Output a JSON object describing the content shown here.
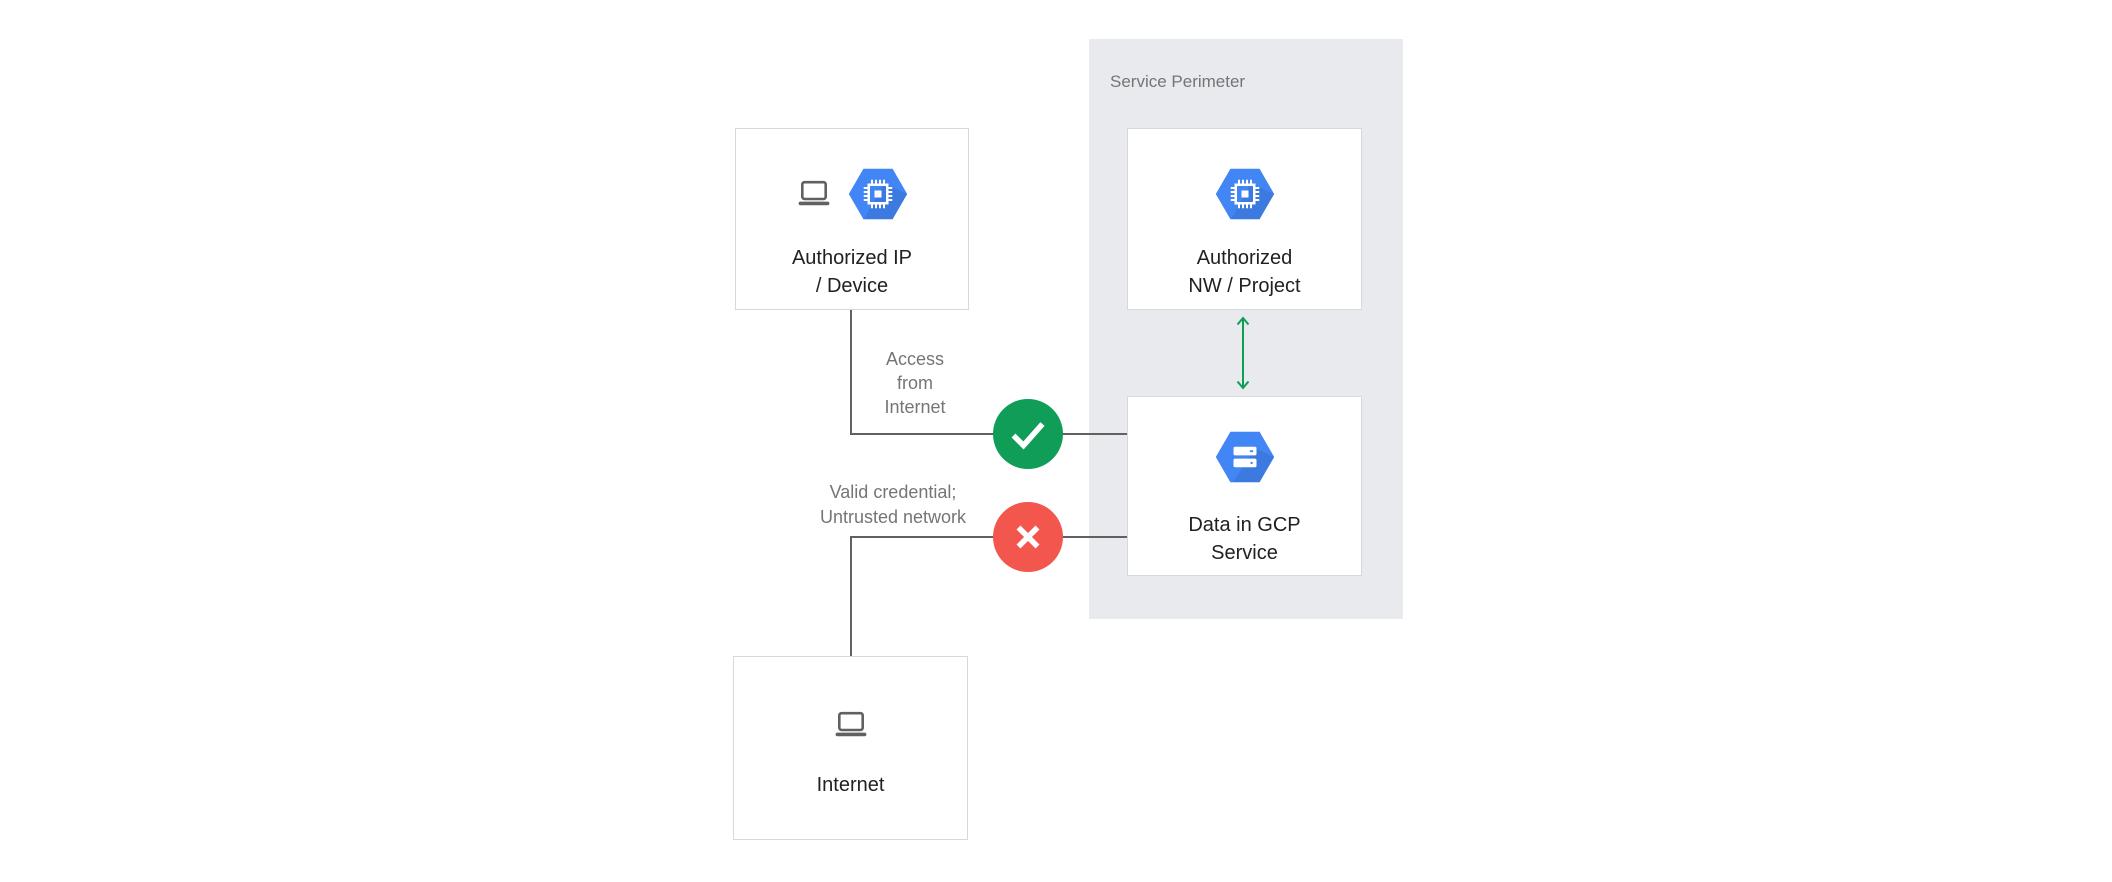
{
  "perimeter": {
    "label": "Service Perimeter"
  },
  "nodes": {
    "authorized_ip_device": {
      "line1": "Authorized IP",
      "line2": "/ Device"
    },
    "authorized_nw_project": {
      "line1": "Authorized",
      "line2": "NW / Project"
    },
    "data_in_gcp_service": {
      "line1": "Data in GCP",
      "line2": "Service"
    },
    "internet": {
      "line1": "Internet"
    }
  },
  "edges": {
    "access_from_internet": {
      "line1": "Access",
      "line2": "from",
      "line3": "Internet",
      "status": "allowed",
      "badge_icon": "check-icon"
    },
    "untrusted_network": {
      "line1": "Valid credential;",
      "line2": "Untrusted network",
      "status": "denied",
      "badge_icon": "x-icon"
    },
    "nw_to_data": {
      "status": "bidirectional",
      "icon": "double-arrow-icon"
    }
  },
  "icons": {
    "laptop": "laptop-icon",
    "compute_engine": "hexagon-chip-icon",
    "cloud_storage": "hexagon-storage-icon",
    "allowed": "check-icon",
    "denied": "x-icon",
    "link": "double-arrow-icon"
  },
  "colors": {
    "allowed_green": "#0F9D58",
    "denied_red": "#F2564D",
    "gcp_blue": "#4285F4",
    "connector_gray": "#616161",
    "muted_text": "#757575",
    "label_text": "#212121",
    "panel_bg": "#E8EAED",
    "box_border": "#D5D8DC",
    "box_bg": "#FFFFFF"
  }
}
